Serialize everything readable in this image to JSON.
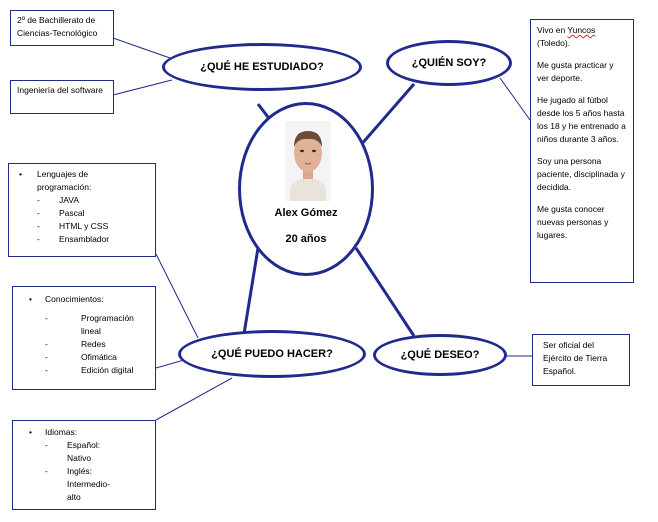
{
  "center": {
    "name": "Alex Gómez",
    "age": "20 años"
  },
  "ovals": {
    "estudiado": "¿QUÉ HE ESTUDIADO?",
    "quien": "¿QUIÉN SOY?",
    "puedo": "¿QUÉ PUEDO HACER?",
    "deseo": "¿QUÉ DESEO?"
  },
  "estudios": {
    "bachillerato": "2º de Bachillerato de Ciencias-Tecnológico",
    "ingenieria": "Ingeniería del software"
  },
  "lenguajes": {
    "bullet": "•",
    "title": "Lenguajes de programación:",
    "items": [
      "JAVA",
      "Pascal",
      "HTML y CSS",
      "Ensamblador"
    ]
  },
  "conocimientos": {
    "bullet": "•",
    "title": "Conocimientos:",
    "items": [
      "Programación lineal",
      "Redes",
      "Ofimática",
      "Edición digital"
    ]
  },
  "idiomas": {
    "bullet": "•",
    "title": "Idiomas:",
    "items": [
      "Español: Nativo",
      "Inglés: Intermedio-alto"
    ]
  },
  "dash": "-",
  "quien": {
    "p1_a": "Vivo en ",
    "p1_b": "Yuncos",
    "p1_c": " (Toledo).",
    "p2": "Me gusta practicar y ver deporte.",
    "p3": "He jugado al fútbol desde los 5 años hasta los 18 y he entrenado a niños durante 3 años.",
    "p4": "Soy una persona paciente, disciplinada y decidida.",
    "p5": "Me gusta conocer nuevas personas y lugares."
  },
  "deseo": {
    "text": "Ser oficial del Ejército de Tierra Español."
  },
  "colors": {
    "line": "#1f2a8c"
  }
}
